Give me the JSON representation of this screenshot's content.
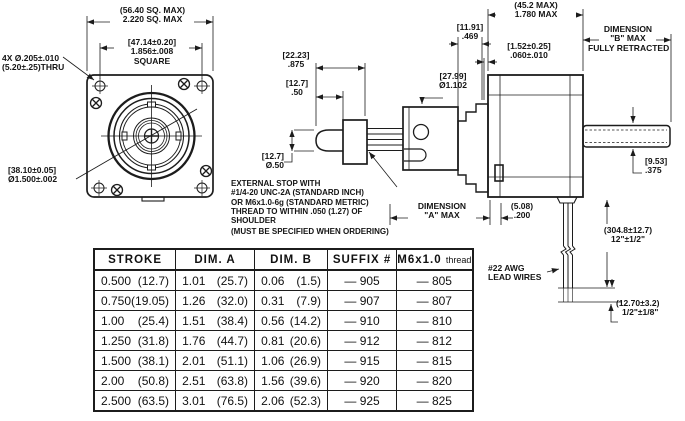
{
  "front_view": {
    "outer_square_metric": "(56.40 SQ. MAX)",
    "outer_square_inch": "2.220 SQ. MAX",
    "bolt_square_metric": "[47.14±0.20]",
    "bolt_square_inch": "1.856±.008",
    "bolt_square_note": "SQUARE",
    "mounting_holes_line1": "4X Ø.205±.010",
    "mounting_holes_line2": "(5.20±.25)THRU",
    "pilot_metric": "[38.10±0.05]",
    "pilot_inch": "Ø1.500±.002"
  },
  "side_view": {
    "stop_length_metric": "[22.23]",
    "stop_length_inch": ".875",
    "tip_length_metric": "[12.7]",
    "tip_length_inch": ".50",
    "screw_dia_metric": "[12.7]",
    "screw_dia_inch": "Ø.50",
    "boss_dia_metric": "[27.99]",
    "boss_dia_inch": "Ø1.102",
    "dim_a_line1": "DIMENSION",
    "dim_a_line2": "\"A\" MAX",
    "external_stop_note": [
      "EXTERNAL STOP WITH",
      "#1/4-20 UNC-2A (STANDARD INCH)",
      "OR M6x1.0-6g (STANDARD METRIC)",
      "THREAD TO WITHIN .050 (1.27) OF",
      "SHOULDER"
    ],
    "ordering_note": "(MUST BE SPECIFIED WHEN ORDERING)"
  },
  "motor_view": {
    "body_length_metric": "(45.2 MAX)",
    "body_length_inch": "1.780 MAX",
    "bell_length_metric": "[11.91]",
    "bell_length_inch": ".469",
    "step_metric": "[1.52±0.25]",
    "step_inch": ".060±.010",
    "dim_b_line1": "DIMENSION",
    "dim_b_line2": "\"B\" MAX",
    "dim_b_line3": "FULLY RETRACTED",
    "shaft_dia_metric": "[9.53]",
    "shaft_dia_inch": ".375",
    "wire_offset_metric": "(5.08)",
    "wire_offset_inch": ".200",
    "wire_length_metric": "(304.8±12.7)",
    "wire_length_inch": "12\"±1/2\"",
    "wire_note_line1": "#22 AWG",
    "wire_note_line2": "LEAD WIRES",
    "strip_length_metric": "(12.70±3.2)",
    "strip_length_inch": "1/2\"±1/8\""
  },
  "table": {
    "headers": [
      "STROKE",
      "DIM. A",
      "DIM. B",
      "SUFFIX #"
    ],
    "metric_header": {
      "main": "M6x1.0",
      "sub": "thread"
    },
    "rows": [
      {
        "stroke_in": "0.500",
        "stroke_mm": "(12.7)",
        "dima_in": "1.01",
        "dima_mm": "(25.7)",
        "dimb_in": "0.06",
        "dimb_mm": "(1.5)",
        "suffix": "— 905",
        "metric_suffix": "— 805"
      },
      {
        "stroke_in": "0.750",
        "stroke_mm": "(19.05)",
        "dima_in": "1.26",
        "dima_mm": "(32.0)",
        "dimb_in": "0.31",
        "dimb_mm": "(7.9)",
        "suffix": "— 907",
        "metric_suffix": "— 807"
      },
      {
        "stroke_in": "1.00",
        "stroke_mm": "(25.4)",
        "dima_in": "1.51",
        "dima_mm": "(38.4)",
        "dimb_in": "0.56",
        "dimb_mm": "(14.2)",
        "suffix": "— 910",
        "metric_suffix": "— 810"
      },
      {
        "stroke_in": "1.250",
        "stroke_mm": "(31.8)",
        "dima_in": "1.76",
        "dima_mm": "(44.7)",
        "dimb_in": "0.81",
        "dimb_mm": "(20.6)",
        "suffix": "— 912",
        "metric_suffix": "— 812"
      },
      {
        "stroke_in": "1.500",
        "stroke_mm": "(38.1)",
        "dima_in": "2.01",
        "dima_mm": "(51.1)",
        "dimb_in": "1.06",
        "dimb_mm": "(26.9)",
        "suffix": "— 915",
        "metric_suffix": "— 815"
      },
      {
        "stroke_in": "2.00",
        "stroke_mm": "(50.8)",
        "dima_in": "2.51",
        "dima_mm": "(63.8)",
        "dimb_in": "1.56",
        "dimb_mm": "(39.6)",
        "suffix": "— 920",
        "metric_suffix": "— 820"
      },
      {
        "stroke_in": "2.500",
        "stroke_mm": "(63.5)",
        "dima_in": "3.01",
        "dima_mm": "(76.5)",
        "dimb_in": "2.06",
        "dimb_mm": "(52.3)",
        "suffix": "— 925",
        "metric_suffix": "— 825"
      }
    ]
  }
}
